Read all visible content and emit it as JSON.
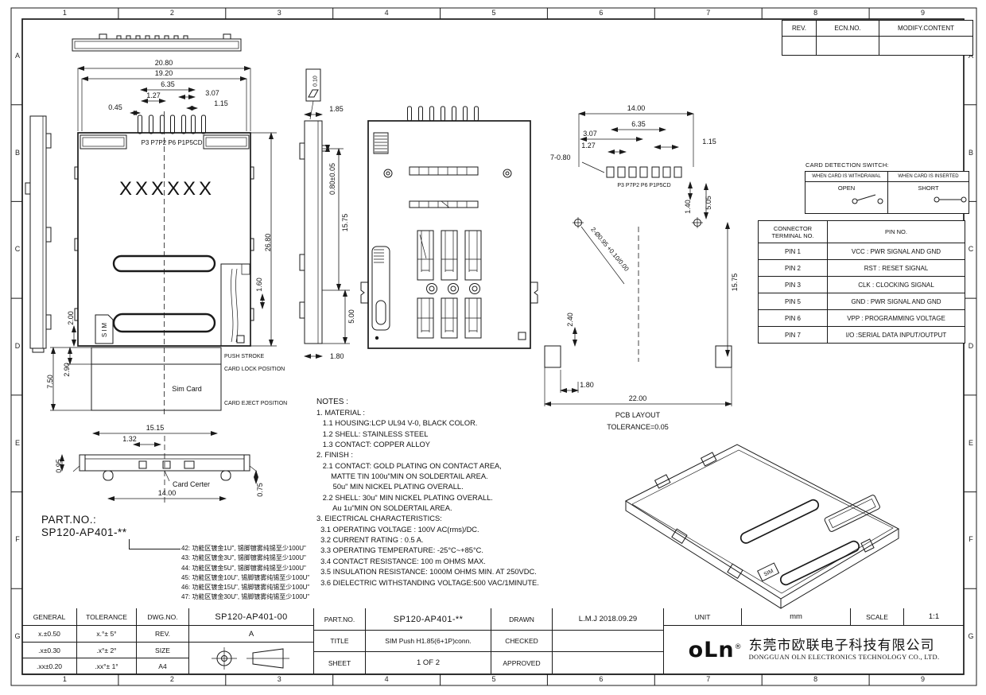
{
  "border": {
    "cols": [
      "1",
      "2",
      "3",
      "4",
      "5",
      "6",
      "7",
      "8",
      "9"
    ],
    "rows": [
      "A",
      "B",
      "C",
      "D",
      "E",
      "F",
      "G"
    ]
  },
  "rev_table": {
    "headers": [
      "REV.",
      "ECN.NO.",
      "MODIFY.CONTENT"
    ]
  },
  "card_switch": {
    "title": "CARD DETECTION SWITCH:",
    "col_withdrawn": "WHEN CARD IS WITHDRAWAL",
    "col_inserted": "WHEN CARD IS INSERTED",
    "state_open": "OPEN",
    "state_short": "SHORT"
  },
  "pin_table": {
    "header_terminal": "CONNECTOR\nTERMINAL NO.",
    "header_pin": "PIN NO.",
    "rows": [
      {
        "pin": "PIN 1",
        "desc": "VCC : PWR SIGNAL AND GND"
      },
      {
        "pin": "PIN 2",
        "desc": "RST : RESET SIGNAL"
      },
      {
        "pin": "PIN 3",
        "desc": "CLK : CLOCKING SIGNAL"
      },
      {
        "pin": "PIN 5",
        "desc": "GND : PWR SIGNAL AND GND"
      },
      {
        "pin": "PIN 6",
        "desc": "VPP : PROGRAMMING VOLTAGE"
      },
      {
        "pin": "PIN 7",
        "desc": "I/O :SERIAL DATA INPUT/OUTPUT"
      }
    ]
  },
  "notes": {
    "title": "NOTES :",
    "lines": [
      "1. MATERIAL :",
      "   1.1 HOUSING:LCP UL94 V-0, BLACK COLOR.",
      "   1.2 SHELL: STAINLESS STEEL",
      "   1.3 CONTACT: COPPER ALLOY",
      "2. FINISH :",
      "   2.1 CONTACT: GOLD PLATING ON CONTACT AREA,",
      "       MATTE TIN 100u\"MIN ON SOLDERTAIL AREA.",
      "        50u\" MIN NICKEL PLATING OVERALL.",
      "   2.2 SHELL: 30u\" MIN NICKEL PLATING OVERALL.",
      "        Au 1u\"MIN ON SOLDERTAIL AREA.",
      "3. EIECTRICAL CHARACTERISTICS:",
      "  3.1 OPERATING VOLTAGE : 100V AC(rms)/DC.",
      "  3.2 CURRENT RATING : 0.5 A.",
      "  3.3 OPERATING TEMPERATURE: -25°C~+85°C.",
      "  3.4 CONTACT RESISTANCE: 100 m OHMS MAX.",
      "  3.5 INSULATION RESISTANCE: 1000M OHMS MIN. AT 250VDC.",
      "  3.6 DIELECTRIC WITHSTANDING VOLTAGE:500 VAC/1MINUTE."
    ]
  },
  "part_block": {
    "label": "PART.NO.:",
    "number": "SP120-AP401-**",
    "options": [
      "42: 功能区镀金1U\", 锡脚镀雾纯锡至少100U\"",
      "43: 功能区镀金3U\", 锡脚镀雾纯锡至少100U\"",
      "44: 功能区镀金5U\", 锡脚镀雾纯锡至少100U\"",
      "45: 功能区镀金10U\", 锡脚镀雾纯锡至少100U\"",
      "46: 功能区镀金15U\", 锡脚镀雾纯锡至少100U\"",
      "47: 功能区镀金30U\", 锡脚镀雾纯锡至少100U\""
    ]
  },
  "views": {
    "front": {
      "dim_20_80": "20.80",
      "dim_19_20": "19.20",
      "dim_6_35": "6.35",
      "dim_3_07": "3.07",
      "dim_1_27": "1.27",
      "dim_1_15": "1.15",
      "dim_0_45": "0.45",
      "pins": "P3 P7P2 P6 P1P5CD",
      "marking": "XXXXXX",
      "sim_tag": "SIM",
      "dim_26_80": "26.80",
      "dim_1_60": "1.60",
      "dim_2_00": "2.00",
      "dim_2_90": "2.90",
      "dim_7_50": "7.50",
      "sim_card": "Sim Card",
      "push_stroke": "PUSH STROKE",
      "card_lock": "CARD LOCK POSITION",
      "card_eject": "CARD EJECT POSITION"
    },
    "bottom": {
      "dim_15_15": "15.15",
      "dim_1_32": "1.32",
      "card_center": "Card Certer",
      "dim_14_00": "14.00",
      "dim_0_95": "0.95",
      "dim_0_75": "0.75"
    },
    "side": {
      "flatness": "0.10",
      "dim_1_85": "1.85",
      "dim_0_80": "0.80±0.05",
      "dim_15_75": "15.75",
      "dim_5_00": "5.00",
      "dim_1_80": "1.80"
    },
    "pcb": {
      "dim_14_00": "14.00",
      "dim_6_35": "6.35",
      "dim_3_07": "3.07",
      "dim_1_27": "1.27",
      "dim_1_15": "1.15",
      "pads": "7-0.80",
      "pins": "P3 P7P2 P6 P1P5CD",
      "dim_1_40": "1.40",
      "dim_5_05": "5.05",
      "dim_2_40": "2.40",
      "holes": "2-Ø0.95 +0.10/0.00",
      "dim_15_75": "15.75",
      "dim_1_80": "1.80",
      "dim_22_00": "22.00",
      "caption": "PCB LAYOUT",
      "tolerance": "TOLERANCE=0.05"
    }
  },
  "title_block": {
    "general": {
      "h1": "GENERAL",
      "h2": "TOLERANCE",
      "rows": [
        [
          "x.±0.50",
          "x.°± 5°"
        ],
        [
          ".x±0.30",
          ".x°± 2°"
        ],
        [
          ".xx±0.20",
          ".xx°± 1°"
        ]
      ]
    },
    "dwg": {
      "label": "DWG.NO.",
      "value": "SP120-AP401-00",
      "rev_label": "REV.",
      "rev_value": "A",
      "size_label": "SIZE",
      "size_value": "A4"
    },
    "part": {
      "label": "PART.NO.",
      "value": "SP120-AP401-**",
      "title_label": "TITLE",
      "title_value": "SIM Push H1.85(6+1P)conn.",
      "sheet_label": "SHEET",
      "sheet_value": "1 OF 2"
    },
    "sign": {
      "drawn_label": "DRAWN",
      "drawn_value": "L.M.J 2018.09.29",
      "checked_label": "CHECKED",
      "checked_value": "",
      "approved_label": "APPROVED",
      "approved_value": ""
    },
    "unit": {
      "label": "UNIT",
      "value": "mm",
      "scale_label": "SCALE",
      "scale_value": "1:1"
    },
    "company": {
      "logo": "oLn",
      "reg": "®",
      "cn": "东莞市欧联电子科技有限公司",
      "en": "DONGGUAN OLN ELECTRONICS TECHNOLOGY CO., LTD."
    }
  }
}
